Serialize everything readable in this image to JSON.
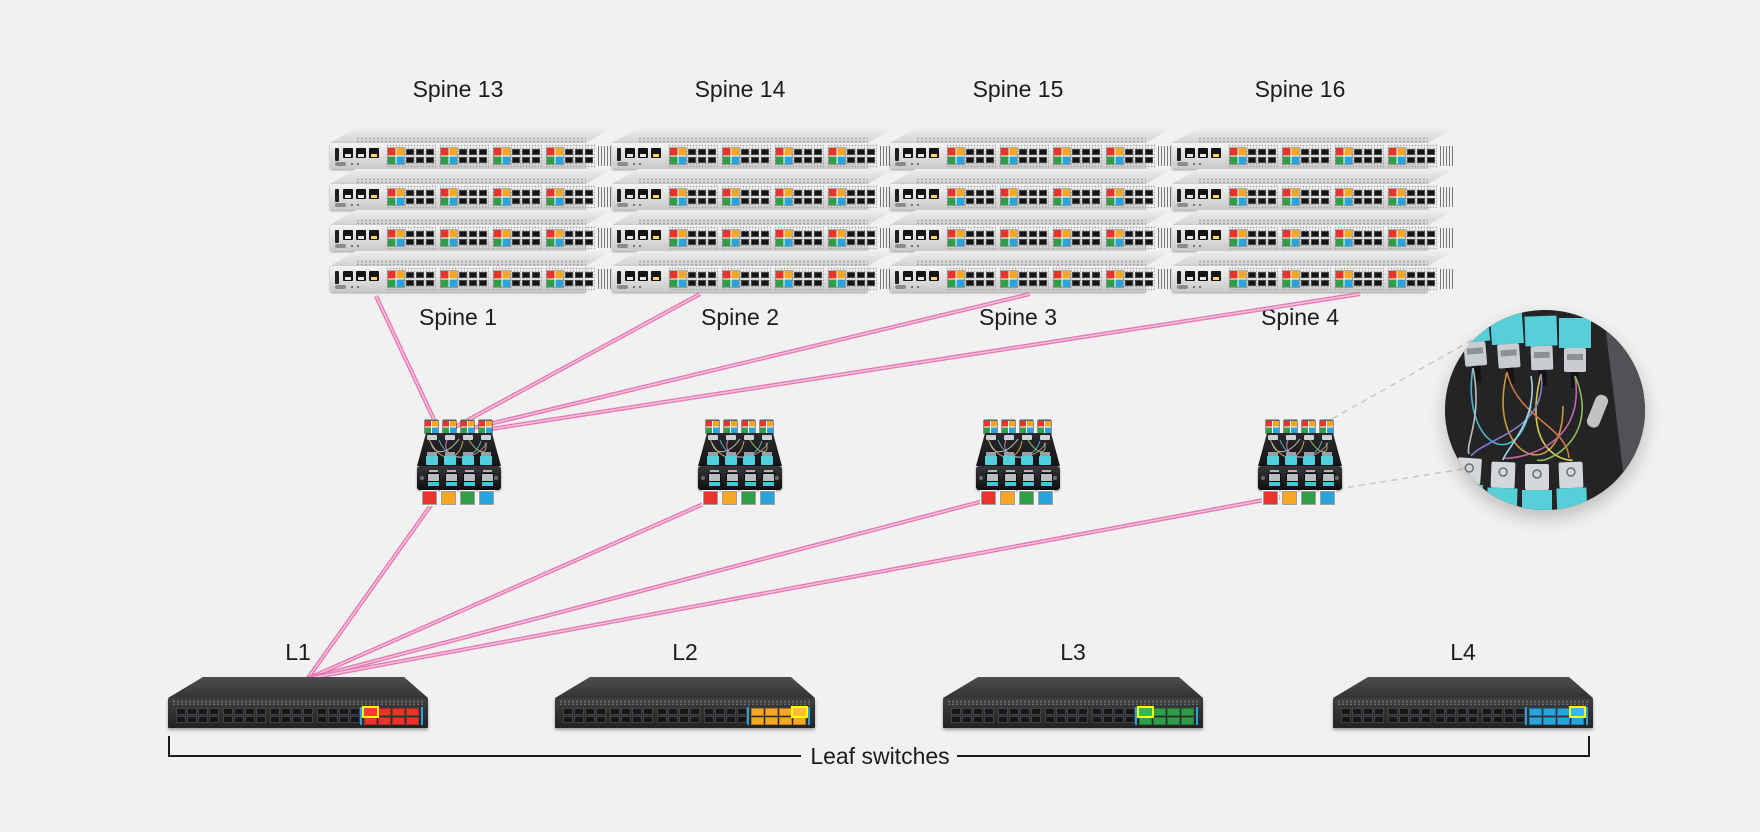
{
  "spines": [
    {
      "top_label": "Spine 13",
      "bottom_label": "Spine 1"
    },
    {
      "top_label": "Spine 14",
      "bottom_label": "Spine 2"
    },
    {
      "top_label": "Spine 15",
      "bottom_label": "Spine 3"
    },
    {
      "top_label": "Spine 16",
      "bottom_label": "Spine 4"
    }
  ],
  "leaves": [
    {
      "label": "L1",
      "module_color": "#e8342a",
      "highlight_cell": 0
    },
    {
      "label": "L2",
      "module_color": "#f5a623",
      "highlight_cell": 3
    },
    {
      "label": "L3",
      "module_color": "#2f9e47",
      "highlight_cell": 0
    },
    {
      "label": "L4",
      "module_color": "#29a3dc",
      "highlight_cell": 3
    }
  ],
  "bracket_label": "Leaf switches",
  "modules_count": 4,
  "spine_units_per_stack": 4,
  "connections": {
    "spine_to_module": [
      "Spine 1 - Module 1",
      "Spine 2 - Module 1",
      "Spine 3 - Module 1",
      "Spine 4 - Module 1"
    ],
    "module_to_leaf": [
      "Module 1 - L1",
      "Module 2 - L1",
      "Module 3 - L1",
      "Module 4 - L1"
    ],
    "zoom_inset": "Module 4 interior detail"
  },
  "colors": {
    "background": "#f1f1f1",
    "link_pink": "#e87ab2",
    "port_red": "#e8342a",
    "port_orange": "#f5a623",
    "port_green": "#2f9e47",
    "port_blue": "#29a3dc",
    "fiber_cyan": "#4fd0dc",
    "text": "#1c1c1c"
  }
}
